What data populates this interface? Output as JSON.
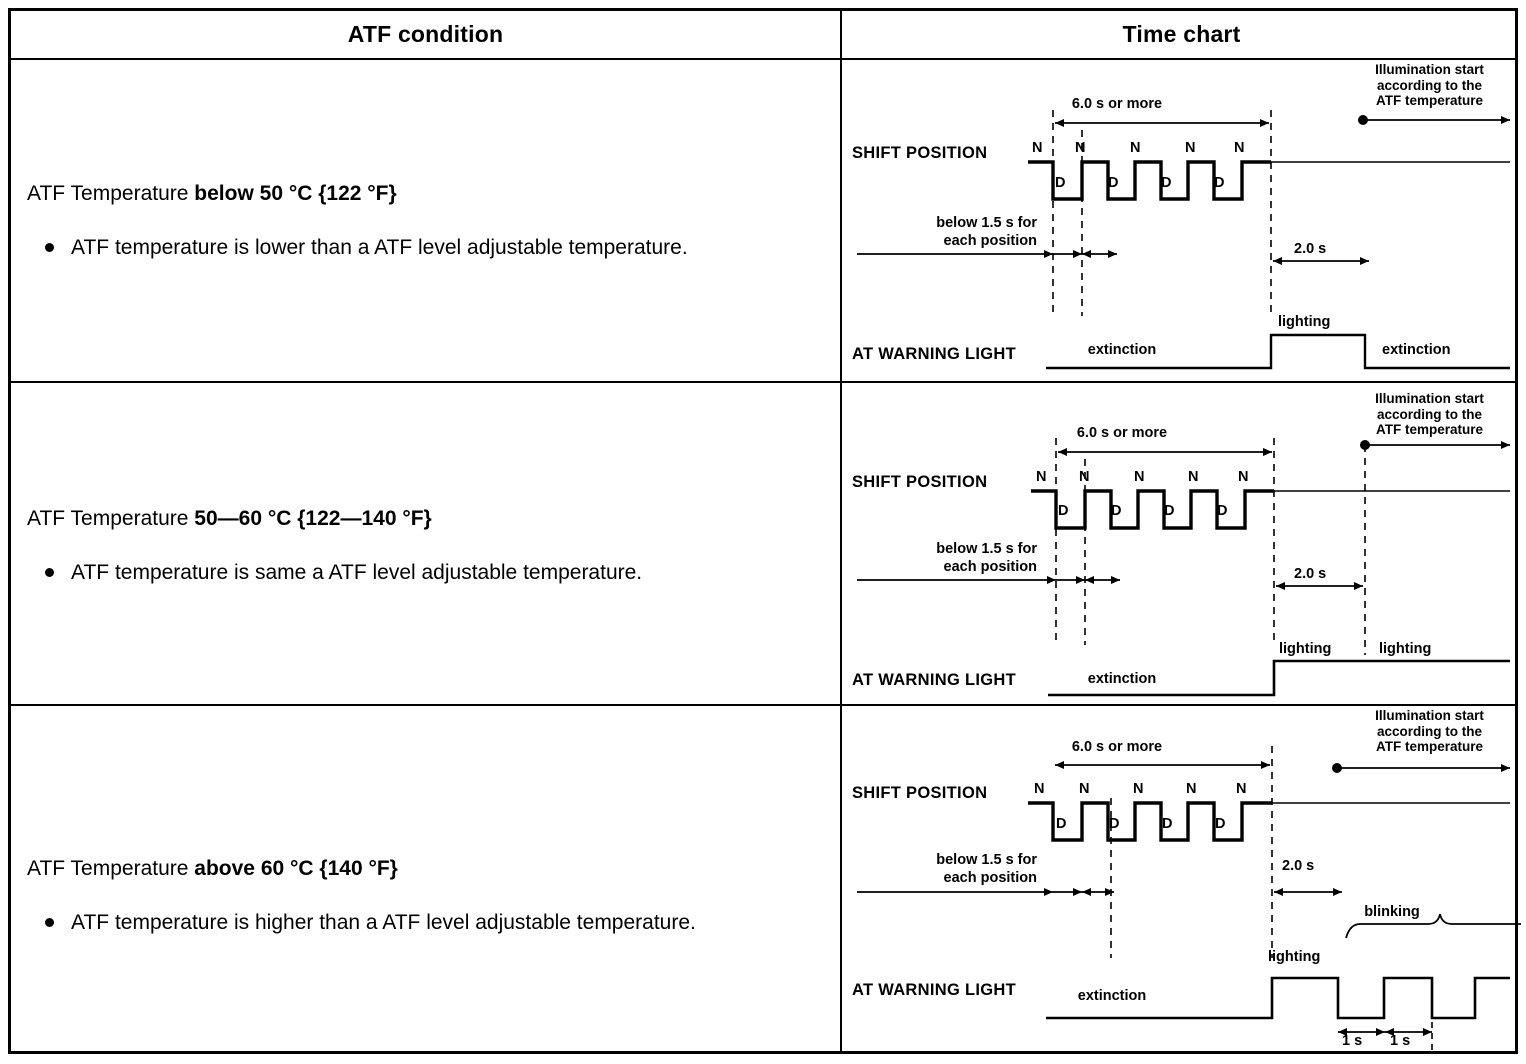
{
  "table": {
    "headers": {
      "condition": "ATF condition",
      "timechart": "Time chart"
    },
    "rows": [
      {
        "id": "below-50",
        "condition_title_prefix": "ATF Temperature ",
        "condition_title_bold": "below 50 °C {122 °F}",
        "bullets": [
          "ATF temperature is lower than a ATF level adjustable temperature."
        ],
        "chart": {
          "shift_label": "SHIFT POSITION",
          "warning_label": "AT WARNING LIGHT",
          "duration_label": "6.0 s or more",
          "each_position_label_line1": "below 1.5 s for",
          "each_position_label_line2": "each position",
          "delay_label": "2.0 s",
          "illumination_note_line1": "Illumination start",
          "illumination_note_line2": "according to the",
          "illumination_note_line3": "ATF temperature",
          "shift_high_marks": [
            "N",
            "N",
            "N",
            "N",
            "N"
          ],
          "shift_low_marks": [
            "D",
            "D",
            "D",
            "D"
          ],
          "warning_states": [
            "extinction",
            "lighting",
            "extinction"
          ]
        }
      },
      {
        "id": "50-60",
        "condition_title_prefix": "ATF Temperature ",
        "condition_title_bold": "50—60 °C {122—140 °F}",
        "bullets": [
          "ATF temperature is same a ATF level adjustable temperature."
        ],
        "chart": {
          "shift_label": "SHIFT POSITION",
          "warning_label": "AT WARNING LIGHT",
          "duration_label": "6.0 s or more",
          "each_position_label_line1": "below 1.5 s for",
          "each_position_label_line2": "each position",
          "delay_label": "2.0 s",
          "illumination_note_line1": "Illumination start",
          "illumination_note_line2": "according to the",
          "illumination_note_line3": "ATF temperature",
          "shift_high_marks": [
            "N",
            "N",
            "N",
            "N",
            "N"
          ],
          "shift_low_marks": [
            "D",
            "D",
            "D",
            "D"
          ],
          "warning_states": [
            "extinction",
            "lighting",
            "lighting"
          ]
        }
      },
      {
        "id": "above-60",
        "condition_title_prefix": "ATF Temperature ",
        "condition_title_bold": "above 60 °C {140 °F}",
        "bullets": [
          "ATF temperature is higher than a ATF level adjustable temperature."
        ],
        "chart": {
          "shift_label": "SHIFT POSITION",
          "warning_label": "AT WARNING LIGHT",
          "duration_label": "6.0 s or more",
          "each_position_label_line1": "below 1.5 s for",
          "each_position_label_line2": "each position",
          "delay_label": "2.0 s",
          "illumination_note_line1": "Illumination start",
          "illumination_note_line2": "according to the",
          "illumination_note_line3": "ATF temperature",
          "shift_high_marks": [
            "N",
            "N",
            "N",
            "N",
            "N"
          ],
          "shift_low_marks": [
            "D",
            "D",
            "D",
            "D"
          ],
          "warning_states": [
            "extinction",
            "lighting"
          ],
          "blinking_label": "blinking",
          "blink_period_1": "1 s",
          "blink_period_2": "1 s"
        }
      }
    ]
  },
  "colors": {
    "ink": "#000000",
    "paper": "#ffffff"
  }
}
